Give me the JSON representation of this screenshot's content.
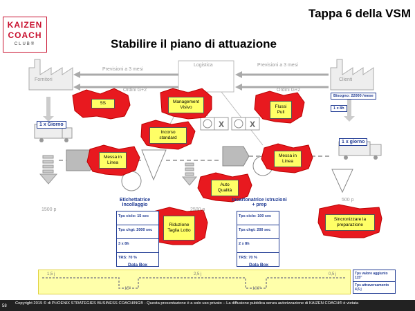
{
  "header": {
    "title": "Tappa 6 della VSM",
    "subtitle": "Stabilire il piano di attuazione"
  },
  "logo": {
    "line1": "KAIZEN",
    "line2": "COACH",
    "line3": "CLUB®"
  },
  "flow": {
    "supplier": "Fornitori",
    "logistics": "Logistica",
    "client": "Clienti",
    "forecast_left": "Previsioni a 3 mesi",
    "forecast_right": "Previsioni a 3 mesi",
    "orders_left": "Ordini G+2",
    "orders_right": "Ordini G+2",
    "client_need": "Bisogno: 22000 /mese",
    "client_shift": "1 x 8h",
    "delivery_in": "1 x Giorno",
    "delivery_out": "1 x giorno",
    "stock_1": "1500 p",
    "stock_2": "2500 p",
    "stock_3": "500 p",
    "process_1": "Etichettatrice Incollaggio",
    "process_2": "Incartonatrice Istruzioni + prep"
  },
  "kaizen": {
    "k1": "5S",
    "k2": "Management Visivo",
    "k3": "Flussi Pull",
    "k4": "Incorso standard",
    "k5": "Messa in Linea",
    "k6": "Messa in Linea",
    "k7": "Auto Qualità",
    "k8": "Riduzione Taglia Lotto",
    "k9": "Sincronizzare la preparazione"
  },
  "databox_1": {
    "title": "Data Box",
    "rows": [
      "Tps ciclo: 15 sec",
      "Tps chgt: 2000 sec",
      "3 x 8h",
      "TRS: 70 %"
    ]
  },
  "databox_2": {
    "title": "Data Box",
    "rows": [
      "Tps ciclo: 100 sec",
      "Tps chgt: 200 sec",
      "2 x 8h",
      "TRS: 70 %"
    ]
  },
  "timeline": {
    "wait_1": "1,5 j",
    "wait_2": "2,5 j",
    "wait_3": "0,5 j",
    "proc_1": "15''",
    "proc_2": "100''",
    "total_va": "Tps valore aggiunto 115''",
    "total_lt": "Tps attraversamento 4,5 j"
  },
  "footer": {
    "page": "58",
    "text": "Copyright 2015 © di PHOENIX STRATEGIES BUSINESS COACHING® - Questa presentazione è a solo uso privato – La diffusione pubblica senza autorizzazione di KAIZEN COACH® è vietata"
  },
  "colors": {
    "accent": "#c8102e",
    "kaizen_burst": "#e8191f",
    "note": "#ffff66",
    "blue": "#1f3a93",
    "timeline": "#ffffaa"
  }
}
